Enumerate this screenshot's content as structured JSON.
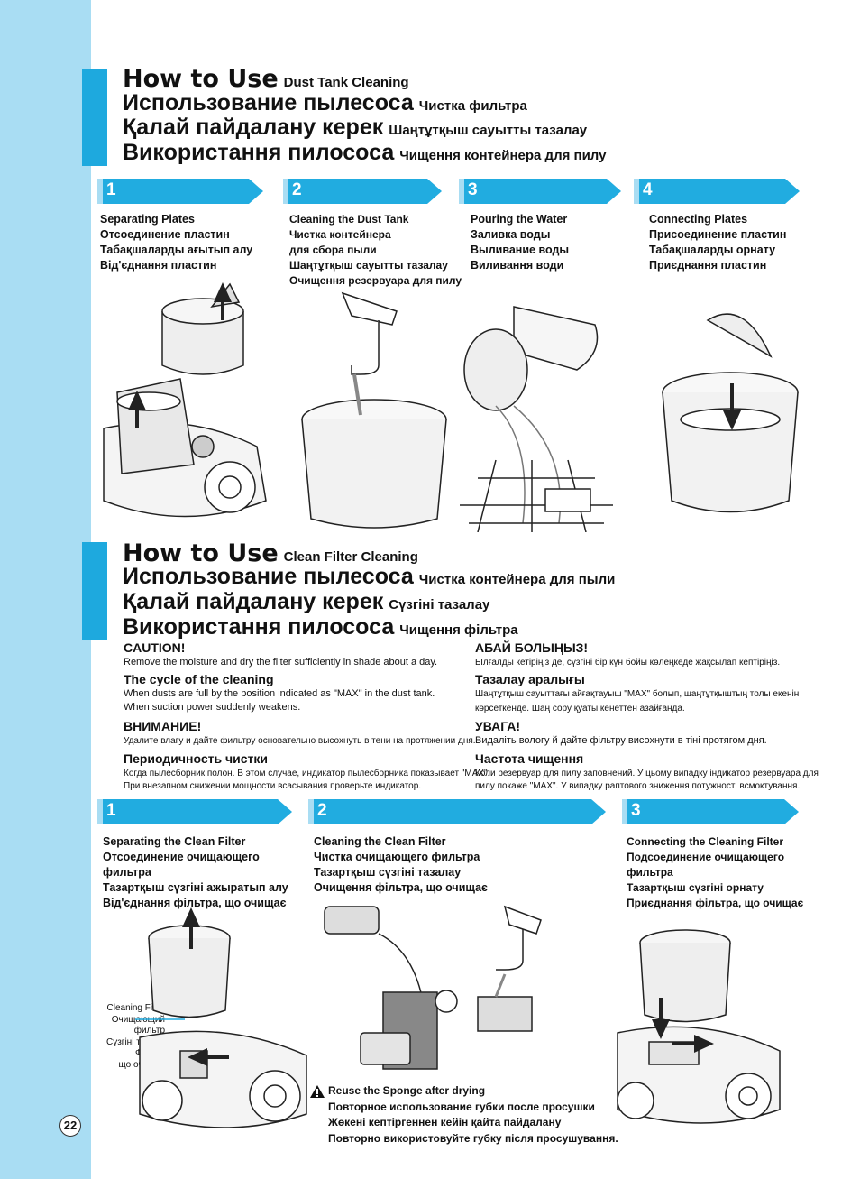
{
  "section1": {
    "lines": [
      {
        "big": "How to Use",
        "small": "Dust Tank Cleaning"
      },
      {
        "big": "Использование пылесоса",
        "small": "Чистка фильтра"
      },
      {
        "big": "Қалай пайдалану керек",
        "small": "Шаңтұтқыш сауытты тазалау"
      },
      {
        "big": "Використання пилососа",
        "small": "Чищення контейнера для пилу"
      }
    ],
    "steps": [
      {
        "num": "1",
        "lines": [
          "Separating Plates",
          "Отсоединение пластин",
          "Табақшаларды ағытып алу",
          "Від'єднання пластин"
        ]
      },
      {
        "num": "2",
        "lines": [
          "Cleaning the Dust Tank",
          "Чистка контейнера",
          "для сбора пыли",
          "Шаңтұтқыш сауытты тазалау",
          "Очищення резервуара для пилу"
        ]
      },
      {
        "num": "3",
        "lines": [
          "Pouring the Water",
          "Заливка воды",
          "Выливание воды",
          "Виливання води"
        ]
      },
      {
        "num": "4",
        "lines": [
          "Connecting Plates",
          "Присоединение пластин",
          "Табақшаларды орнату",
          "Приєднання пластин"
        ]
      }
    ]
  },
  "section2": {
    "lines": [
      {
        "big": "How to Use",
        "small": "Clean Filter Cleaning"
      },
      {
        "big": "Использование пылесоса",
        "small": "Чистка контейнера для пыли"
      },
      {
        "big": "Қалай пайдалану керек",
        "small": "Сүзгіні тазалау"
      },
      {
        "big": "Використання пилососа",
        "small": "Чищення фільтра"
      }
    ],
    "notes_left": [
      {
        "heading": "CAUTION!",
        "lines": [
          "Remove the moisture and dry the filter sufficiently in shade  about a day."
        ]
      },
      {
        "heading": "The cycle of the cleaning",
        "lines": [
          "When dusts are full by the position indicated as \"MAX\" in  the dust tank.",
          "When suction power suddenly weakens."
        ]
      },
      {
        "heading": "ВНИМАНИЕ!",
        "lines": [
          "Удалите влагу и дайте фильтру основательно высохнуть в тени на протяжении дня."
        ]
      },
      {
        "heading": "Периодичность чистки",
        "lines": [
          "Когда пылесборник полон. В этом случае, индикатор пылесборника показывает \"MAX\".",
          "При внезапном снижении мощности всасывания проверьте индикатор."
        ]
      }
    ],
    "notes_right": [
      {
        "heading": "АБАЙ БОЛЫҢЫЗ!",
        "lines": [
          "Ылғалды кетіріңіз де, сүзгіні бір күн бойы көлеңкеде жақсылап кептіріңіз."
        ]
      },
      {
        "heading": "Тазалау аралығы",
        "lines": [
          "Шаңтұтқыш сауыттағы айғақтауыш \"MAX\" болып, шаңтұтқыштың толы екенін",
          "көрсеткенде. Шаң сору қуаты кенеттен азайғанда."
        ]
      },
      {
        "heading": "УВАГА!",
        "lines": [
          "Видаліть вологу й дайте фільтру висохнути в тіні протягом дня."
        ]
      },
      {
        "heading": "Частота чищення",
        "lines": [
          "Коли резервуар для пилу заповнений. У цьому випадку індикатор резервуара для",
          "пилу покаже \"MAX\".  У випадку раптового зниження потужності всмоктування."
        ]
      }
    ],
    "steps": [
      {
        "num": "1",
        "lines": [
          "Separating the Clean Filter",
          "Отсоединение очищающего",
          "фильтра",
          "Тазартқыш сүзгіні ажыратып алу",
          "Від'єднання фільтра, що очищає"
        ]
      },
      {
        "num": "2",
        "lines": [
          "Cleaning the Clean Filter",
          "Чистка очищающего фильтра",
          "Тазартқыш сүзгіні тазалау",
          "Очищення фільтра, що очищає"
        ]
      },
      {
        "num": "3",
        "lines": [
          "Connecting the Cleaning Filter",
          "Подсоединение очищающего",
          "фильтра",
          "Тазартқыш сүзгіні орнату",
          "Приєднання фільтра, що очищає"
        ]
      }
    ],
    "filter_label": [
      "Cleaning Filter",
      "Очищающий",
      "фильтр",
      "Сүзгіні тазалау",
      "Фільтр,",
      "що очищає"
    ],
    "reuse_note": [
      "Reuse the Sponge after drying",
      "Повторное использование губки после просушки",
      "Жөкені кептіргеннен кейін қайта пайдалану",
      "Повторно використовуйте губку після просушування."
    ]
  },
  "page_number": "22"
}
